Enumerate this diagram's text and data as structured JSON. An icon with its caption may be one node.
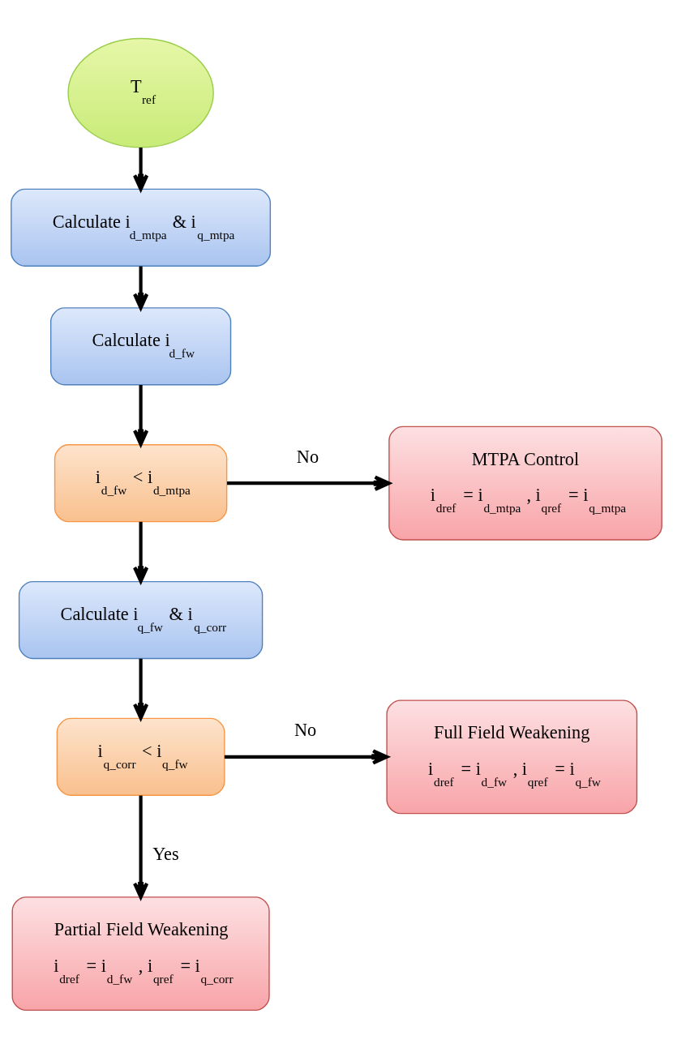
{
  "diagram": {
    "nodes": [
      {
        "text": [
          "T$_{ref}$"
        ]
      },
      {
        "text": [
          "Calculate i$_{d_mtpa}$ & i$_{q_mtpa}$"
        ]
      },
      {
        "text": [
          "Calculate i$_{d_fw}$"
        ]
      },
      {
        "text": [
          "i$_{d_fw}$ < i$_{d_mtpa}$"
        ]
      },
      {
        "text": [
          "MTPA Control",
          "i$_{dref}$ = i$_{d_mtpa}$ , i$_{qref}$ = i$_{q_mtpa}$"
        ]
      },
      {
        "text": [
          "Calculate i$_{q_fw}$ & i$_{q_corr}$"
        ]
      },
      {
        "text": [
          "i$_{q_corr}$ < i$_{q_fw}$"
        ]
      },
      {
        "text": [
          "Full Field Weakening",
          "i$_{dref}$ = i$_{d_fw}$ , i$_{qref}$ = i$_{q_fw}$"
        ]
      },
      {
        "text": [
          "Partial Field Weakening",
          "i$_{dref}$ = i$_{d_fw}$ , i$_{qref}$ = i$_{q_corr}$"
        ]
      }
    ],
    "edges": [
      {
        "from": 0,
        "to": 1,
        "arrow": "to"
      },
      {
        "from": 1,
        "to": 2,
        "arrow": "to"
      },
      {
        "from": 2,
        "to": 3,
        "arrow": "to"
      },
      {
        "from": 3,
        "to": 4,
        "arrow": "to",
        "label": "No"
      },
      {
        "from": 3,
        "to": 5,
        "arrow": "to"
      },
      {
        "from": 5,
        "to": 6,
        "arrow": "to"
      },
      {
        "from": 6,
        "to": 7,
        "arrow": "to",
        "label": "No"
      },
      {
        "from": 6,
        "to": 8,
        "arrow": "to",
        "label": "Yes"
      }
    ]
  }
}
